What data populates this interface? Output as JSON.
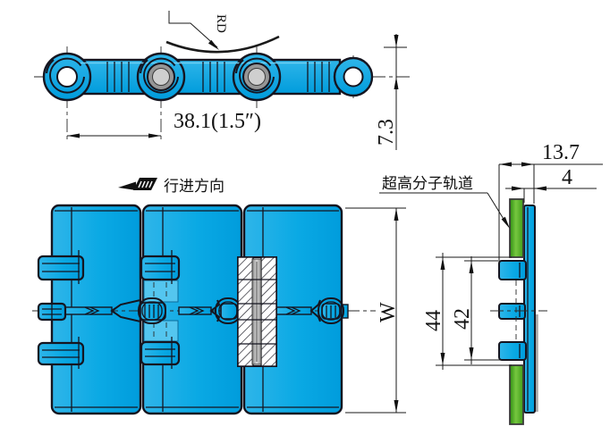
{
  "side_view": {
    "radius_label": "RD",
    "pitch_dim": "38.1(1.5″)",
    "top_to_center_dim": "7.3"
  },
  "plan_view": {
    "travel_direction_label": "行进方向",
    "width_dim": "W"
  },
  "section_view": {
    "rail_label": "超高分子轨道",
    "tab_to_plate_dim": "13.7",
    "plate_thickness_dim": "4",
    "rail_outer_span_dim": "44",
    "rail_inner_span_dim": "42"
  },
  "colors": {
    "chain_cyan": "#00A3E0",
    "chain_cyan_light": "#54C6EF",
    "rail_green": "#55B32A",
    "pin_gray": "#9A9A9A",
    "line_dark": "#151520",
    "dimension": "#111111"
  }
}
